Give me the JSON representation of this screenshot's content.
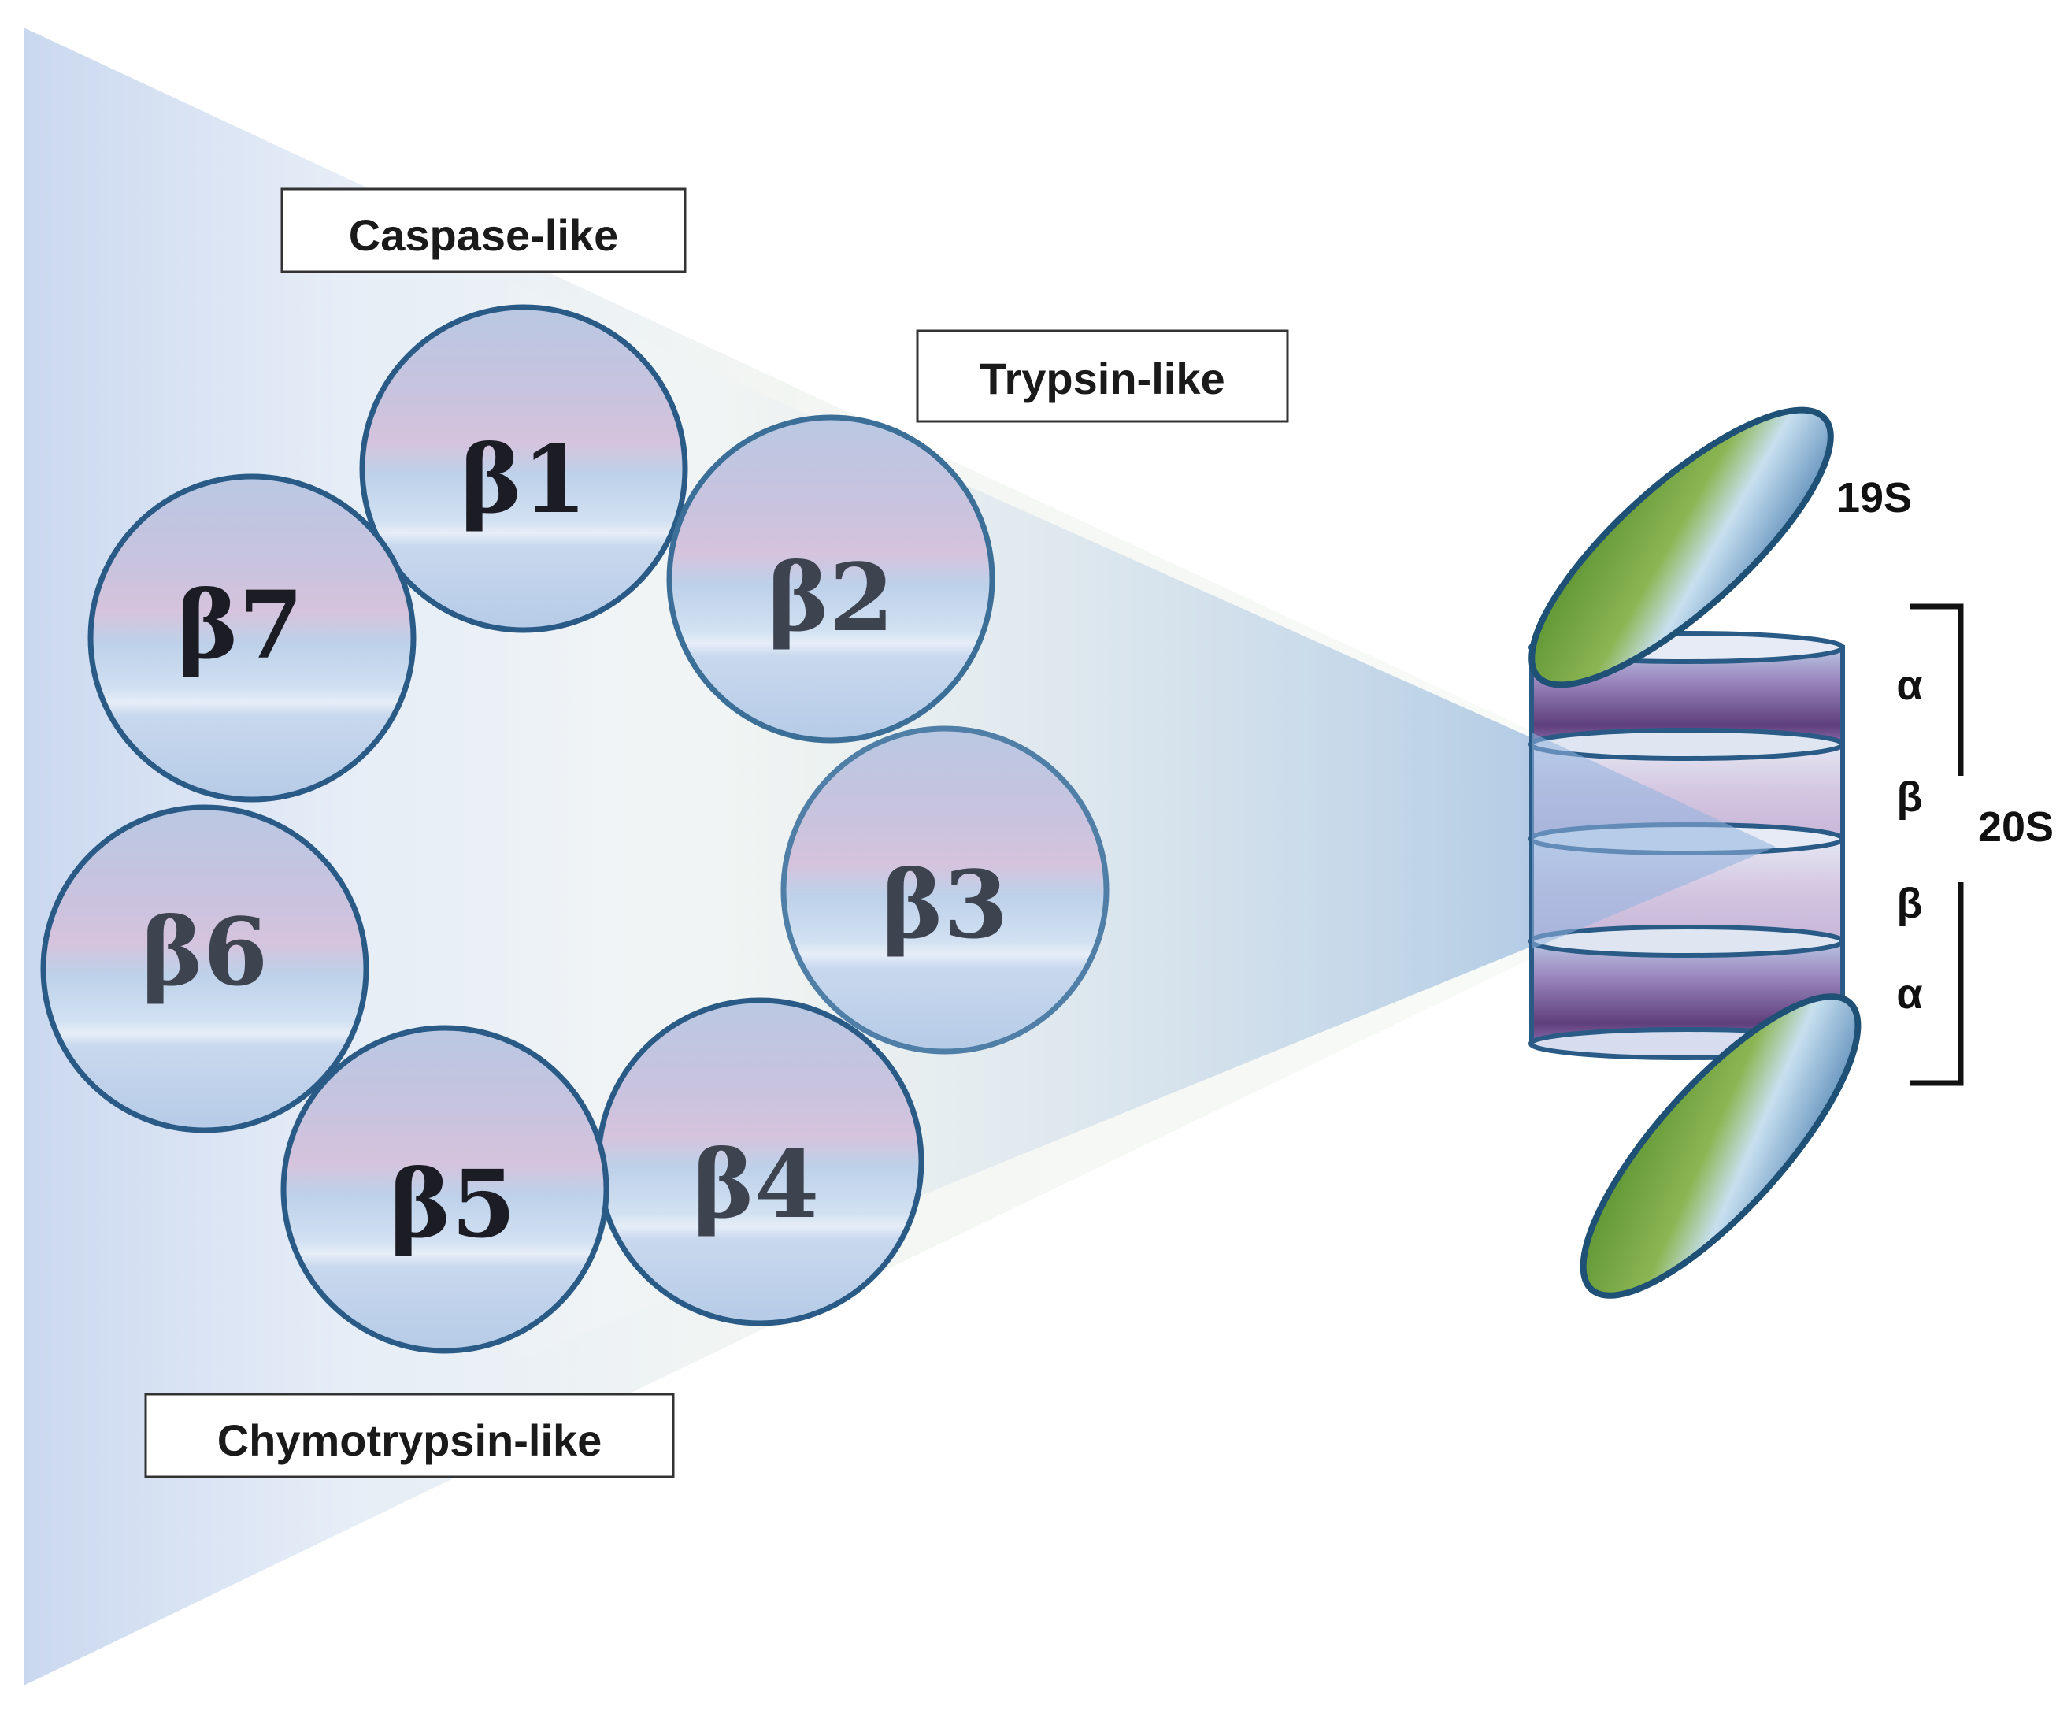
{
  "subunit_ring": {
    "subunits": [
      {
        "id": "b1",
        "label": "β1"
      },
      {
        "id": "b2",
        "label": "β2"
      },
      {
        "id": "b3",
        "label": "β3"
      },
      {
        "id": "b4",
        "label": "β4"
      },
      {
        "id": "b5",
        "label": "β5"
      },
      {
        "id": "b6",
        "label": "β6"
      },
      {
        "id": "b7",
        "label": "β7"
      }
    ],
    "activity_labels": {
      "caspase": "Caspase-like",
      "trypsin": "Trypsin-like",
      "chymotrypsin": "Chymotrypsin-like"
    }
  },
  "proteasome": {
    "cap_label": "19S",
    "core_label": "20S",
    "rings": [
      "α",
      "β",
      "β",
      "α"
    ]
  },
  "colors": {
    "circle_stroke": "#2a5b87",
    "cap_green": "#6a9a3c",
    "ring_purple": "#5e3f7c",
    "beam_blue": "#8fb3de"
  }
}
